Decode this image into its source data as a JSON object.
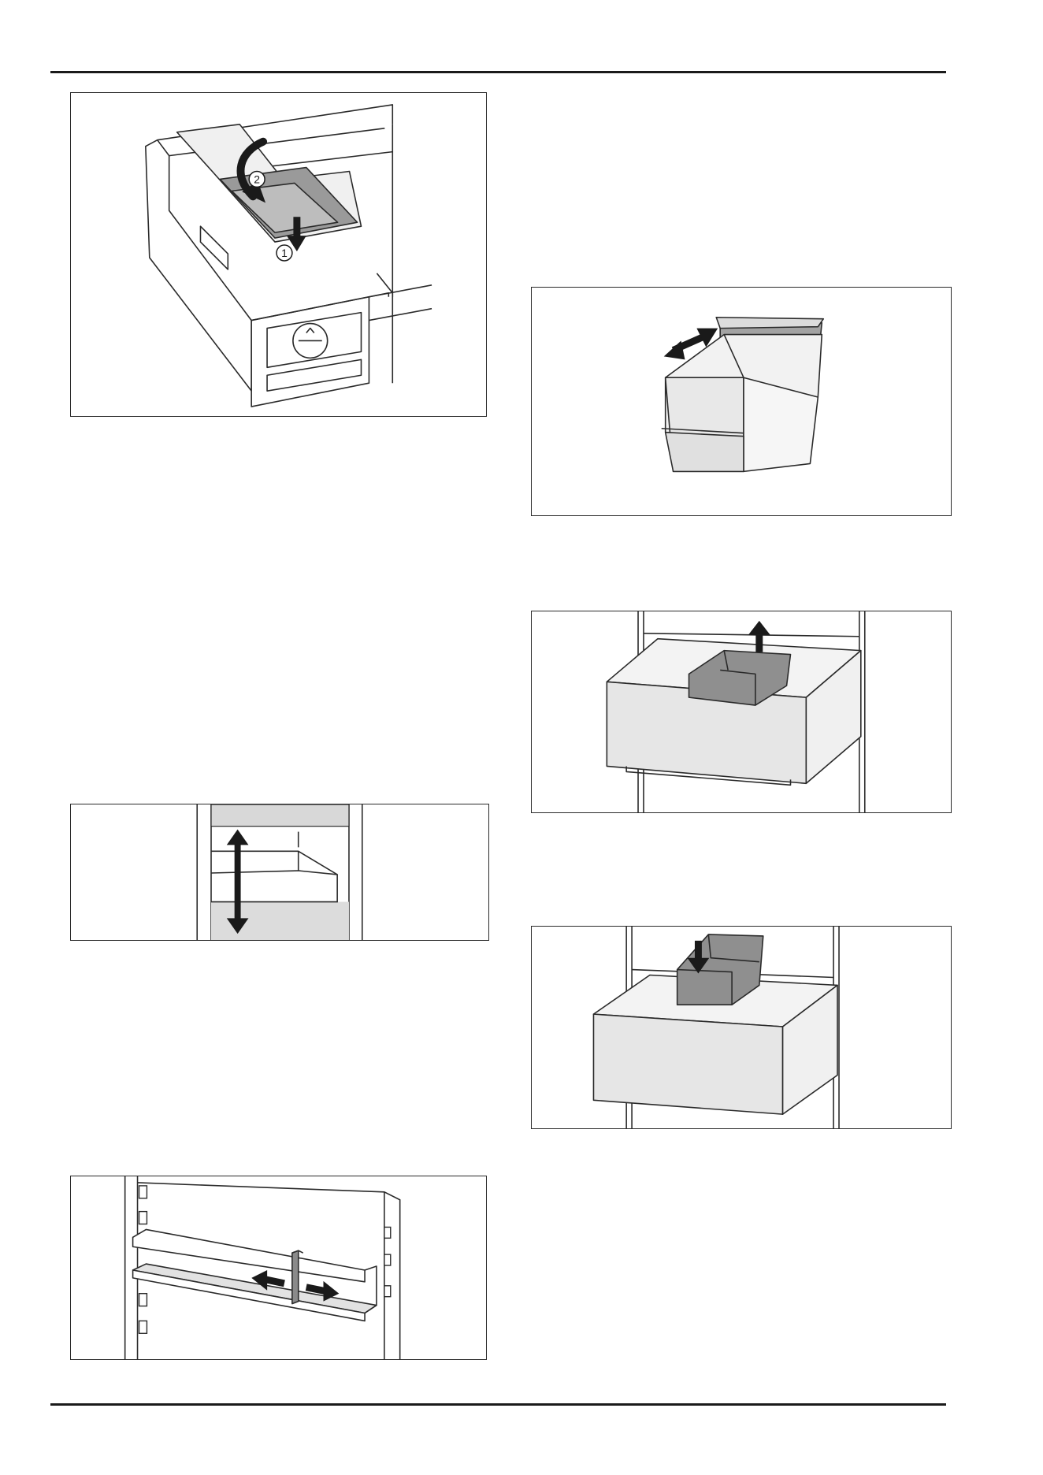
{
  "figures": [
    {
      "id": "fig1",
      "description_icons": [
        "drawer-lid-icon",
        "step-badge-1",
        "step-badge-2"
      ],
      "step_labels": [
        "1",
        "2"
      ]
    },
    {
      "id": "fig2",
      "description_icons": [
        "double-arrow-icon",
        "storage-bin-icon"
      ]
    },
    {
      "id": "fig3",
      "description_icons": [
        "arrow-up-icon",
        "drawer-icon"
      ]
    },
    {
      "id": "fig4",
      "description_icons": [
        "vertical-double-arrow-icon",
        "shelf-icon"
      ]
    },
    {
      "id": "fig5",
      "description_icons": [
        "arrow-down-icon",
        "drawer-icon"
      ]
    },
    {
      "id": "fig6",
      "description_icons": [
        "arrow-left-icon",
        "arrow-right-icon",
        "door-shelf-icon"
      ]
    }
  ],
  "colors": {
    "line": "#2a2a2a",
    "fill_light": "#e6e6e6",
    "fill_mid": "#a9a9a9",
    "fill_dark": "#7a7a7a",
    "arrow": "#1a1a1a"
  }
}
